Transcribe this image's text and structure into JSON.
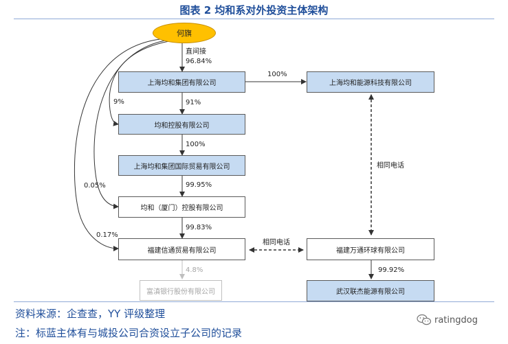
{
  "title": "图表 2  均和系对外投资主体架构",
  "nodes": {
    "heqi": "何旗",
    "shjh": "上海均和集团有限公司",
    "jhkg": "均和控股有限公司",
    "shgj": "上海均和集团国际贸易有限公司",
    "xm": "均和（厦门）控股有限公司",
    "fjxt": "福建信通贸易有限公司",
    "fdyh": "富滇银行股份有限公司",
    "shny": "上海均和能源科技有限公司",
    "fjwt": "福建万通环球有限公司",
    "whlj": "武汉联杰能源有限公司"
  },
  "edges": {
    "direct": "直间接",
    "direct_pct": "96.84%",
    "heqi_jhkg": "9%",
    "heqi_xm": "0.05%",
    "heqi_fjxt": "0.17%",
    "shjh_jhkg": "91%",
    "jhkg_shgj": "100%",
    "shgj_xm": "99.95%",
    "xm_fjxt": "99.83%",
    "fjxt_fdyh": "4.8%",
    "shjh_shny": "100%",
    "fjwt_whlj": "99.92%",
    "same_phone_1": "相同电话",
    "same_phone_2": "相同电话"
  },
  "footer": {
    "source": "资料来源：企查查，YY 评级整理",
    "note": "注：标蓝主体有与城投公司合资设立子公司的记录",
    "watermark": "ratingdog"
  },
  "colors": {
    "title": "#1f4e9a",
    "blue_box": "#c6dbf2",
    "ellipse": "#ffc000",
    "grey_text": "#a6a6a6"
  }
}
